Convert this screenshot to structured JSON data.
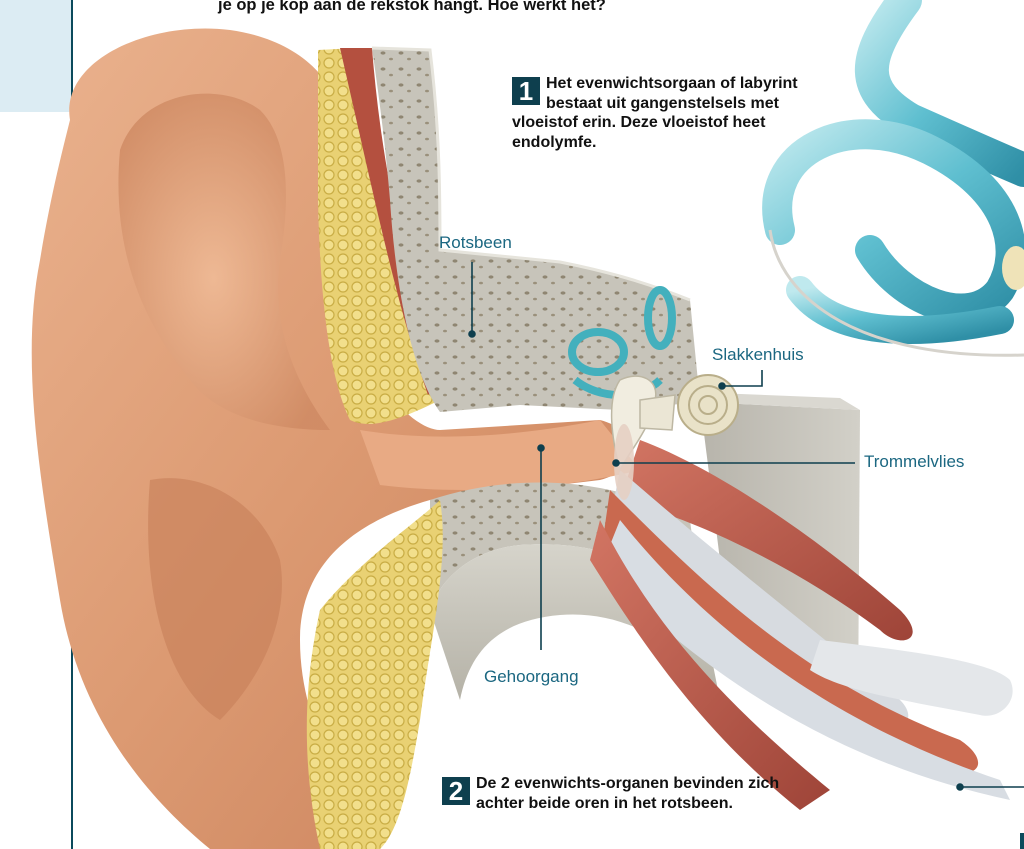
{
  "header": {
    "intro_fragment": "je op je kop aan de rekstok hangt. Hoe werkt het?"
  },
  "callouts": {
    "c1": {
      "number": "1",
      "text": "Het evenwichtsorgaan of labyrint bestaat uit gangenstelsels met vloeistof erin. Deze vloeistof heet endolymfe."
    },
    "c2": {
      "number": "2",
      "text": "De 2 evenwichts-organen bevinden zich achter beide oren in het rotsbeen."
    }
  },
  "labels": {
    "rotsbeen": "Rotsbeen",
    "slakkenhuis": "Slakkenhuis",
    "trommelvlies": "Trommelvlies",
    "gehoorgang": "Gehoorgang"
  },
  "colors": {
    "accent": "#0e3f4e",
    "label_text": "#1b6781",
    "leader_line": "#0e3f4e",
    "skin": "#e3a27c",
    "bone": "#c9c7bd",
    "fat": "#e6cf6e",
    "muscle": "#b95a4c",
    "labyrinth": "#7ccbd6"
  }
}
